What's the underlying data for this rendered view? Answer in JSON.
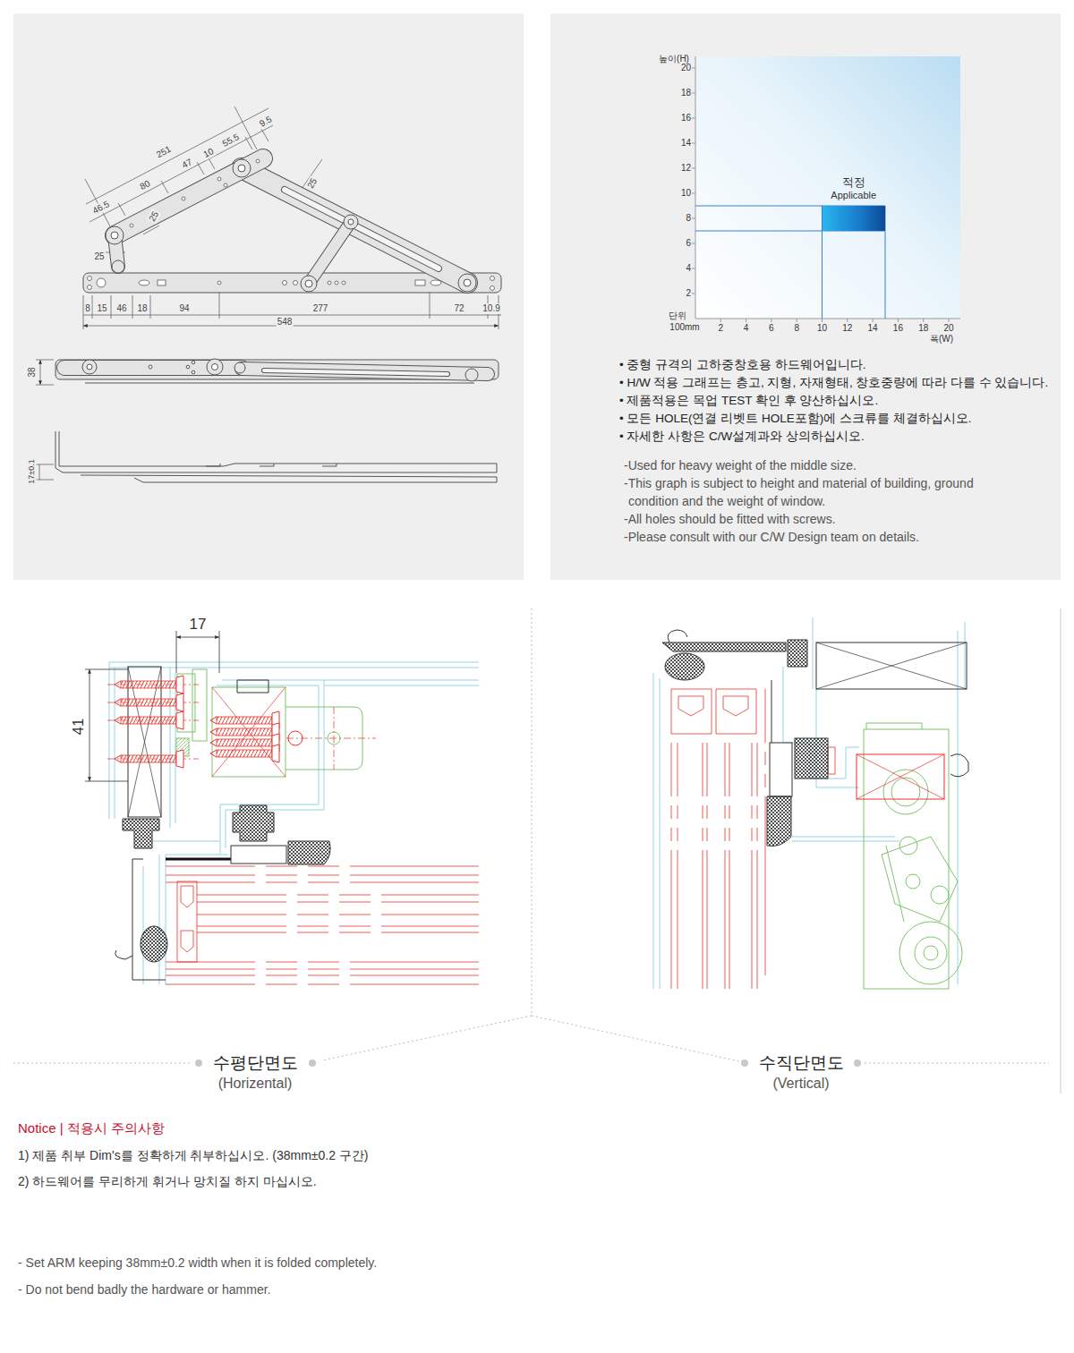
{
  "diagram": {
    "nodes": [
      {
        "text": [
          "적정",
          "Applicable"
        ]
      }
    ],
    "labels": [
      "251",
      "80",
      "47",
      "10",
      "55.5",
      "9.5",
      "46.5",
      "25",
      "25",
      "25",
      "8",
      "15",
      "46",
      "18",
      "94",
      "277",
      "72",
      "10.9",
      "548",
      "38",
      "17±0.1",
      "높이(H)",
      "20",
      "18",
      "16",
      "14",
      "12",
      "10",
      "8",
      "6",
      "4",
      "2",
      "단위",
      "100mm",
      "2",
      "4",
      "6",
      "8",
      "10",
      "12",
      "14",
      "16",
      "18",
      "20",
      "폭(W)",
      "• 중형 규격의 고하중창호용 하드웨어입니다.",
      "• H/W 적용 그래프는 층고, 지형, 자재형태, 창호중량에 따라 다를 수 있습니다.",
      "• 제품적용은 목업 TEST 확인 후 양산하십시오.",
      "• 모든 HOLE(연결 리벳트 HOLE포함)에 스크류를 체결하십시오.",
      "• 자세한 사항은 C/W설계과와 상의하십시오.",
      "-Used for heavy weight of the middle size.",
      "-This graph is subject to height and material of building, ground condition and the weight of window.",
      "-All holes should be fitted with screws.",
      "-Please consult with our C/W Design team on details.",
      "17",
      "41",
      "수평단면도",
      "(Horizental)",
      "수직단면도",
      "(Vertical)",
      "Notice | 적용시 주의사항",
      "1) 제품 취부 Dim's를 정확하게 취부하십시오. (38mm±0.2 구간)",
      "2) 하드웨어를 무리하게 휘거나 망치질 하지 마십시오.",
      "- Set ARM keeping 38mm±0.2 width when it is folded completely.",
      "- Do not bend badly the hardware or hammer."
    ]
  }
}
